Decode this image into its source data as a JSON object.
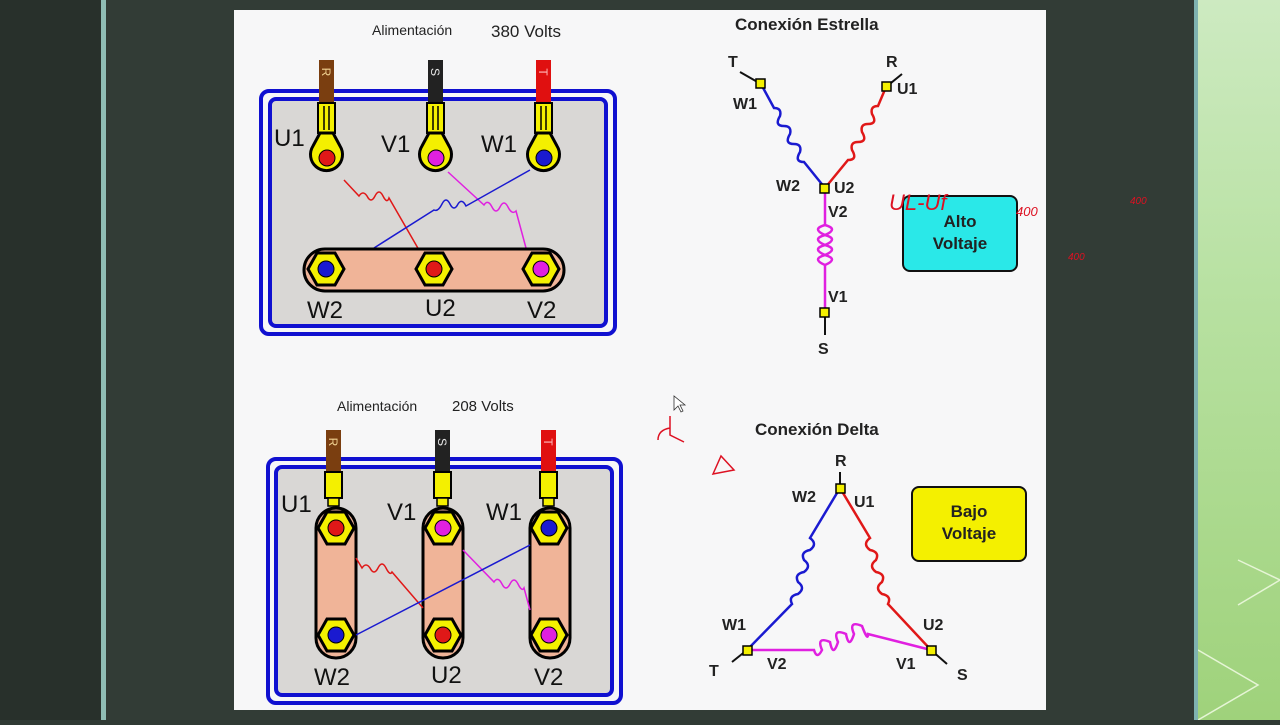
{
  "top_diagram": {
    "title_label": "Alimentación",
    "title_voltage": "380 Volts",
    "lead_labels": [
      "R",
      "S",
      "T"
    ],
    "top_terminals": [
      "U1",
      "V1",
      "W1"
    ],
    "bottom_terminals": [
      "W2",
      "U2",
      "V2"
    ]
  },
  "bottom_diagram": {
    "title_label": "Alimentación",
    "title_voltage": "208 Volts",
    "lead_labels": [
      "R",
      "S",
      "T"
    ],
    "top_terminals": [
      "U1",
      "V1",
      "W1"
    ],
    "bottom_terminals": [
      "W2",
      "U2",
      "V2"
    ]
  },
  "star": {
    "title": "Conexión Estrella",
    "line_labels": {
      "t": "T",
      "r": "R",
      "s": "S"
    },
    "nodes": {
      "w1": "W1",
      "u1": "U1",
      "w2": "W2",
      "u2": "U2",
      "v2": "V2",
      "v1": "V1"
    },
    "badge": "Alto Voltaje",
    "badge_line1": "Alto",
    "badge_line2": "Voltaje"
  },
  "delta": {
    "title": "Conexión Delta",
    "line_labels": {
      "r": "R",
      "t": "T",
      "s": "S"
    },
    "nodes": {
      "w2": "W2",
      "u1": "U1",
      "w1": "W1",
      "u2": "U2",
      "v2": "V2",
      "v1": "V1"
    },
    "badge": "Bajo Voltaje",
    "badge_line1": "Bajo",
    "badge_line2": "Voltaje"
  },
  "annotations": {
    "formula": "UL-Uf",
    "note_1": "400",
    "note_2": "400",
    "note_3": "400"
  },
  "colors": {
    "phase_u": "#e01818",
    "phase_v": "#e020e0",
    "phase_w": "#1a1ad0",
    "lead_r": "#7a3e10",
    "lead_s": "#222222",
    "lead_t": "#e01010",
    "frame_blue": "#1010d0",
    "box_gray": "#d9d7d5",
    "bar_peach": "#f0b498",
    "terminal_yellow": "#f4f000",
    "alto_bg": "#2ae8e8",
    "bajo_bg": "#f4f000",
    "ink_red": "#dd1122"
  }
}
